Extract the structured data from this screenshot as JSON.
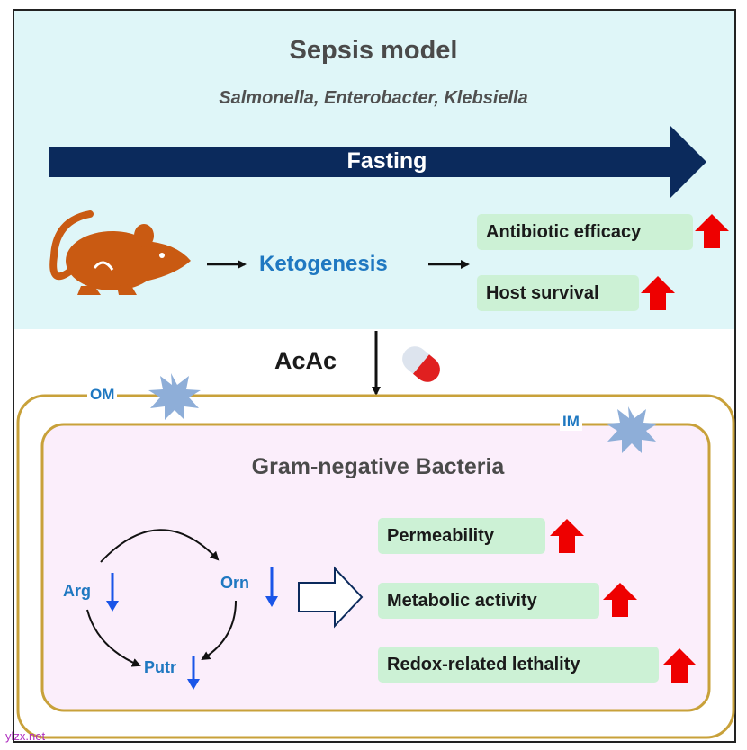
{
  "title": "Sepsis model",
  "pathogens": "Salmonella, Enterobacter,  Klebsiella",
  "fasting_label": "Fasting",
  "ketogenesis_label": "Ketogenesis",
  "host_outcomes": [
    "Antibiotic efficacy",
    "Host survival"
  ],
  "acac_label": "AcAc",
  "om_label": "OM",
  "im_label": "IM",
  "bacteria_title": "Gram-negative Bacteria",
  "metabolites": [
    "Arg",
    "Orn",
    "Putr"
  ],
  "bacterial_outcomes": [
    "Permeability",
    "Metabolic activity",
    "Redox-related lethality"
  ],
  "watermark": "ylzx.net",
  "colors": {
    "panel_bg": "#dff6f8",
    "bacteria_bg": "#fbeefb",
    "arrow_navy": "#0b2a5c",
    "blue_text": "#1f78c1",
    "green_box": "#ccf1d5",
    "up_arrow": "#ee0000",
    "membrane": "#c8a13a",
    "mouse": "#c95a12",
    "star": "#8eaed8"
  }
}
